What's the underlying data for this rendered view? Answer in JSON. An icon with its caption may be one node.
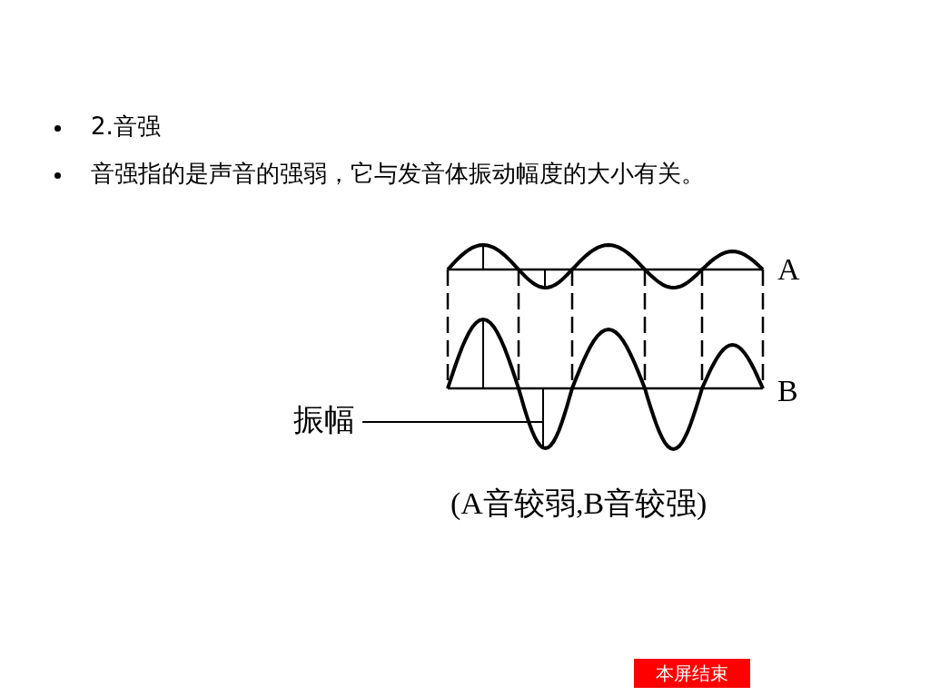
{
  "diagram": {
    "title": "2.音强",
    "nodes": [
      {
        "text": [
          "振幅"
        ]
      },
      {
        "text": [],
        "shape": "bar"
      }
    ],
    "edges": [
      {
        "from": 0,
        "to": 1,
        "arrow": "none"
      }
    ],
    "labels": [
      "音强指的是声音的强弱，它与发音体振动幅度的大小有关。",
      "A",
      "B",
      "(A音较弱,B音较强)",
      "本屏结束"
    ]
  }
}
